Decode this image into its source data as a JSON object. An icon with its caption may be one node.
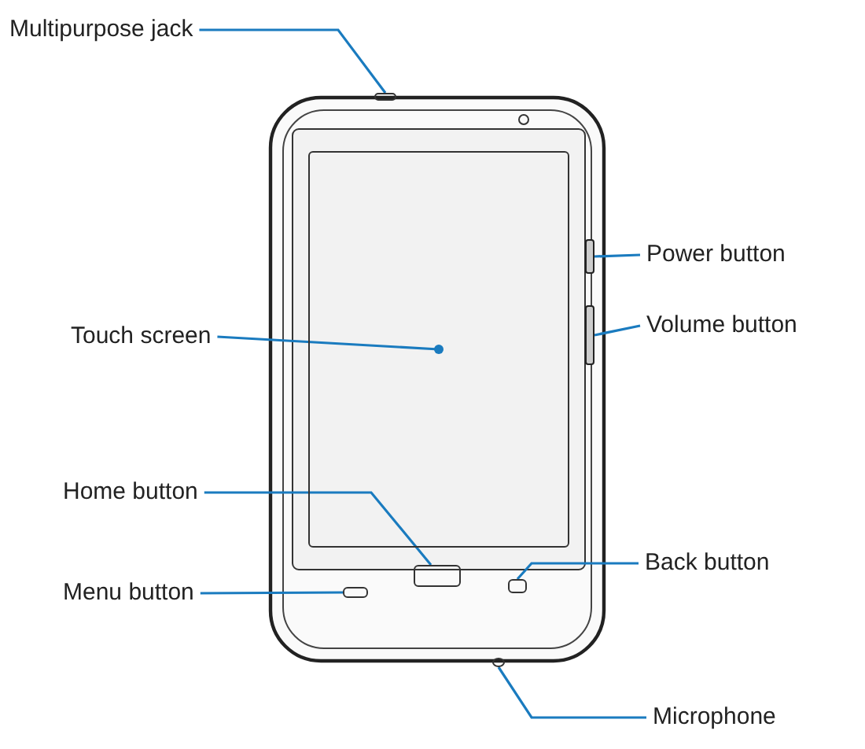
{
  "diagram": {
    "nodes": [
      {
        "text": [
          "Multipurpose jack"
        ]
      },
      {
        "text": [
          "Power button"
        ]
      },
      {
        "text": [
          "Volume button"
        ]
      },
      {
        "text": [
          "Touch screen"
        ]
      },
      {
        "text": [
          "Home button"
        ]
      },
      {
        "text": [
          "Back button"
        ]
      },
      {
        "text": [
          "Menu button"
        ]
      },
      {
        "text": [
          "Microphone"
        ]
      },
      {
        "text": [],
        "shape": "box"
      },
      {
        "text": [],
        "shape": "bar"
      },
      {
        "text": [],
        "shape": "bar"
      },
      {
        "text": [],
        "shape": "box"
      },
      {
        "text": [],
        "shape": "box"
      },
      {
        "text": [],
        "shape": "box"
      },
      {
        "text": [],
        "shape": "box"
      },
      {
        "text": [],
        "shape": "circle"
      }
    ],
    "edges": [
      {
        "from": 0,
        "to": 8,
        "arrow": "none"
      },
      {
        "from": 1,
        "to": 9,
        "arrow": "none"
      },
      {
        "from": 2,
        "to": 10,
        "arrow": "none"
      },
      {
        "from": 3,
        "to": 11,
        "arrow": "other"
      },
      {
        "from": 4,
        "to": 12,
        "arrow": "none"
      },
      {
        "from": 5,
        "to": 13,
        "arrow": "none"
      },
      {
        "from": 6,
        "to": 14,
        "arrow": "none"
      },
      {
        "from": 7,
        "to": 15,
        "arrow": "none"
      }
    ]
  }
}
